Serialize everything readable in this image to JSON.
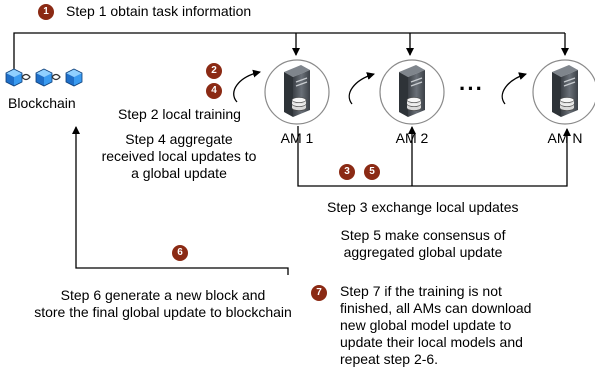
{
  "colors": {
    "badge": "#8b2a14",
    "server_dark": "#555a60",
    "chain_blue": "#2f8fe8",
    "line": "#000000"
  },
  "blockchain": {
    "label": "Blockchain",
    "icon": "blockchain-cubes-icon"
  },
  "nodes": [
    {
      "label": "AM 1",
      "icon": "server-icon"
    },
    {
      "label": "AM 2",
      "icon": "server-icon"
    },
    {
      "label": "AM N",
      "icon": "server-icon"
    }
  ],
  "ellipsis": "···",
  "steps": {
    "s1": {
      "num": "1",
      "text": "Step 1 obtain task information"
    },
    "s2": {
      "num": "2",
      "text": "Step 2 local training"
    },
    "s3": {
      "num": "3",
      "text": "Step 3 exchange local updates"
    },
    "s4": {
      "num": "4",
      "lines": [
        "Step 4 aggregate",
        "received local updates to",
        "a global update"
      ]
    },
    "s5": {
      "num": "5",
      "lines": [
        "Step 5 make consensus of",
        "aggregated global update"
      ]
    },
    "s6": {
      "num": "6",
      "lines": [
        "Step 6 generate a new block and",
        "store the final global update to blockchain"
      ]
    },
    "s7": {
      "num": "7",
      "lines": [
        "Step 7 if the training is not",
        "finished,  all AMs can download",
        "new global model update to",
        "update their local models and",
        "repeat step 2-6."
      ]
    }
  }
}
